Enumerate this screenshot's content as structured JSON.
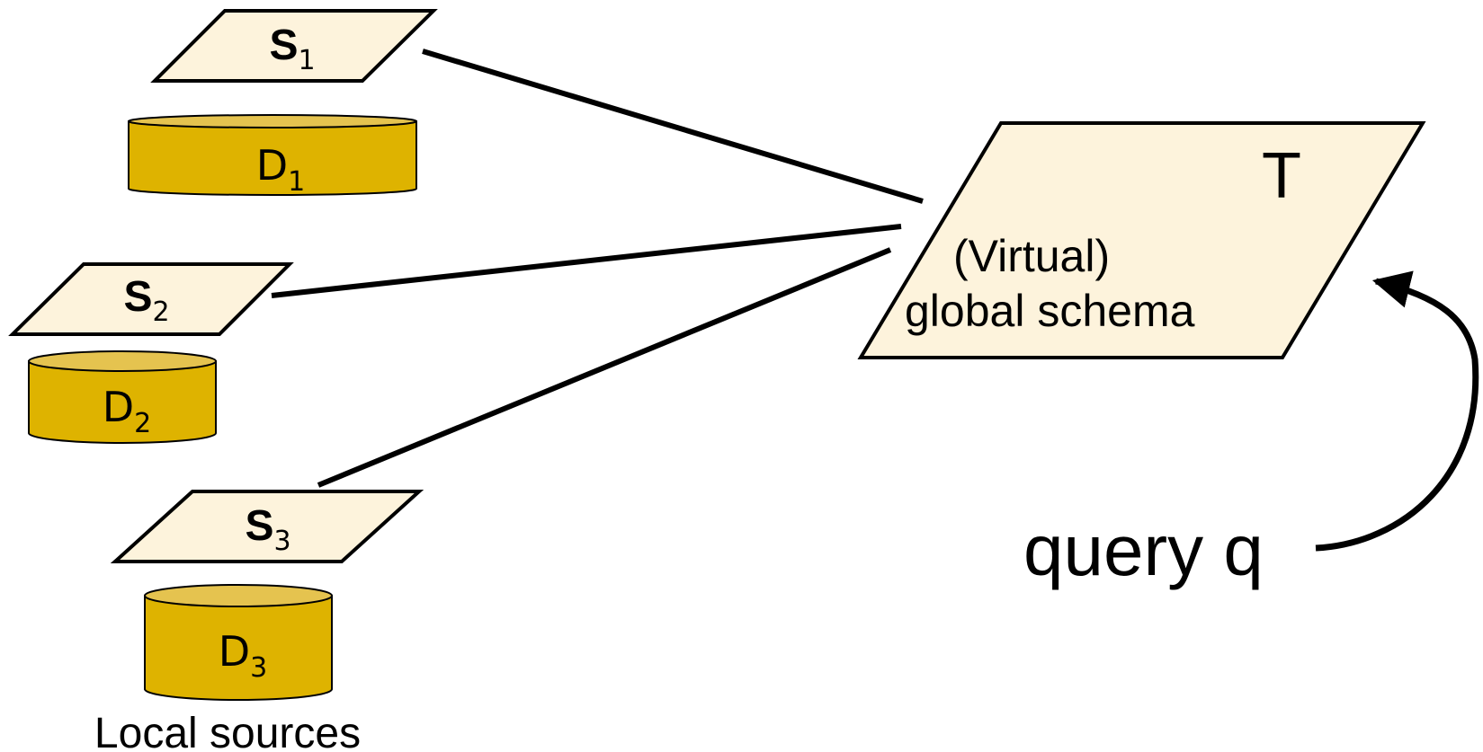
{
  "colors": {
    "schema_fill": "#fdf3dc",
    "db_body": "#deb300",
    "db_top": "#e5c34f",
    "stroke": "#000000"
  },
  "sources": [
    {
      "schema_letter": "S",
      "schema_sub": "1",
      "db_letter": "D",
      "db_sub": "1"
    },
    {
      "schema_letter": "S",
      "schema_sub": "2",
      "db_letter": "D",
      "db_sub": "2"
    },
    {
      "schema_letter": "S",
      "schema_sub": "3",
      "db_letter": "D",
      "db_sub": "3"
    }
  ],
  "local_sources_label": "Local sources",
  "global": {
    "name": "T",
    "line1": "(Virtual)",
    "line2": "global schema"
  },
  "query_label": "query q"
}
